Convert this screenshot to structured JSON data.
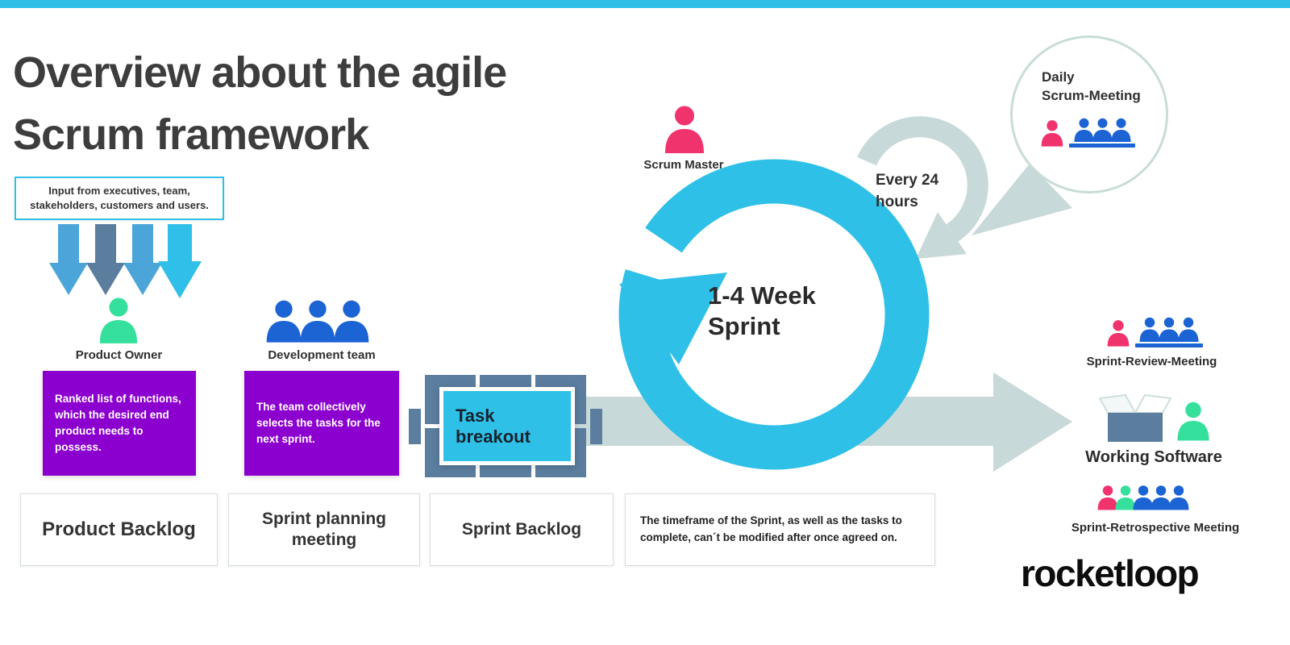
{
  "colors": {
    "cyan": "#2fc0e8",
    "teal_light": "#c7d9d8",
    "slate": "#5b7d9e",
    "purple": "#8c00cf",
    "pink": "#f0336d",
    "blue": "#1c63d3",
    "green": "#35e09c",
    "text_dark": "#3a3a3a"
  },
  "title": {
    "line1": "Overview about the agile",
    "line2": "Scrum framework"
  },
  "input_box": {
    "text": "Input from executives, team, stakeholders, customers and users."
  },
  "product_owner": {
    "label": "Product Owner",
    "description": "Ranked list of functions, which the desired end product needs to possess."
  },
  "development_team": {
    "label": "Development team",
    "description": "The team collectively selects the tasks for the next sprint."
  },
  "task_breakout": {
    "label": "Task breakout"
  },
  "sprint_loop": {
    "line1": "1-4 Week",
    "line2": "Sprint"
  },
  "scrum_master": {
    "label": "Scrum Master"
  },
  "daily_cycle": {
    "line1": "Every 24",
    "line2": "hours"
  },
  "daily_meeting": {
    "line1": "Daily",
    "line2": "Scrum-Meeting"
  },
  "outputs": {
    "review_label": "Sprint-Review-Meeting",
    "software_label": "Working Software",
    "retro_label": "Sprint-Retrospective Meeting"
  },
  "bottom_row": {
    "product_backlog": "Product Backlog",
    "sprint_planning": "Sprint planning meeting",
    "sprint_backlog": "Sprint Backlog",
    "note": "The timeframe of the Sprint, as well as the tasks to complete, can´t be modified after once agreed on."
  },
  "logo": {
    "text": "rocketloop"
  },
  "icons": [
    "down-arrow-icon",
    "person-icon",
    "sprint-loop-icon",
    "daily-loop-icon",
    "callout-pointer-icon",
    "flow-arrow-icon",
    "open-box-icon",
    "team-table-icon"
  ]
}
